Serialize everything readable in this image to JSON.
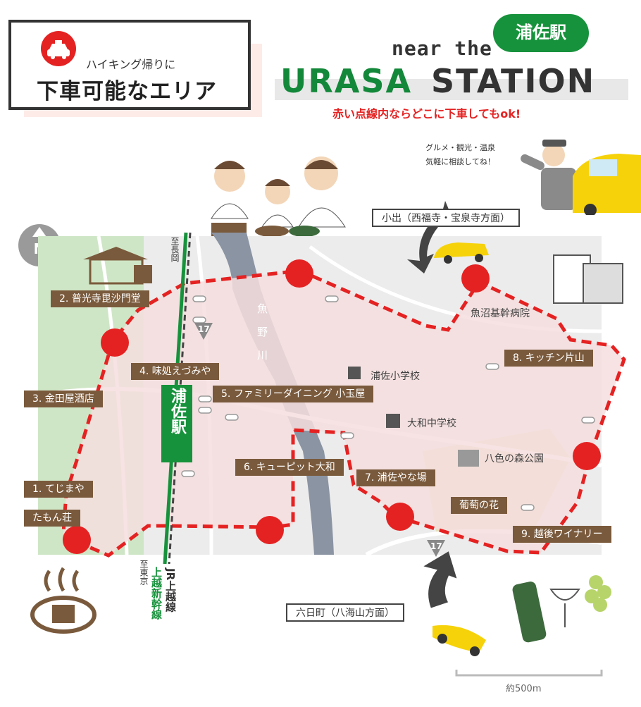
{
  "header": {
    "subtitle": "ハイキング帰りに",
    "title": "下車可能なエリア",
    "near_the": "near the",
    "station_badge": "浦佐駅",
    "station_name_green": "URASA",
    "station_name_dark": "STATION",
    "note": "赤い点線内ならどこに下車してもok!"
  },
  "guide_bubble": {
    "line1": "グルメ・観光・温泉",
    "line2": "気軽に相談してね！"
  },
  "directions": {
    "north": "小出（西福寺・宝泉寺方面）",
    "south": "六日町（八海山方面）",
    "to_nagaoka": "至長岡",
    "to_tokyo": "至東京"
  },
  "station_label": "浦佐駅",
  "rail_lines": {
    "jr": "JR上越線",
    "shinkansen": "上越新幹線"
  },
  "river": "魚野川",
  "route_number": "17",
  "scale": "約500m",
  "spots": [
    {
      "label": "1. てじまや"
    },
    {
      "label": "たもん荘"
    },
    {
      "label": "2. 普光寺毘沙門堂"
    },
    {
      "label": "3. 金田屋酒店"
    },
    {
      "label": "4. 味処えづみや"
    },
    {
      "label": "5. ファミリーダイニング 小玉屋"
    },
    {
      "label": "6. キューピット大和"
    },
    {
      "label": "7. 浦佐やな場"
    },
    {
      "label": "8. キッチン片山"
    },
    {
      "label": "9. 越後ワイナリー"
    },
    {
      "label": "葡萄の花"
    }
  ],
  "landmarks": {
    "hospital": "魚沼基幹病院",
    "school1": "浦佐小学校",
    "school2": "大和中学校",
    "park": "八色の森公園"
  },
  "colors": {
    "taxi_red": "#e52222",
    "station_green": "#17923c",
    "label_brown": "#7a5a3c",
    "area_pink": "#f6dede"
  }
}
